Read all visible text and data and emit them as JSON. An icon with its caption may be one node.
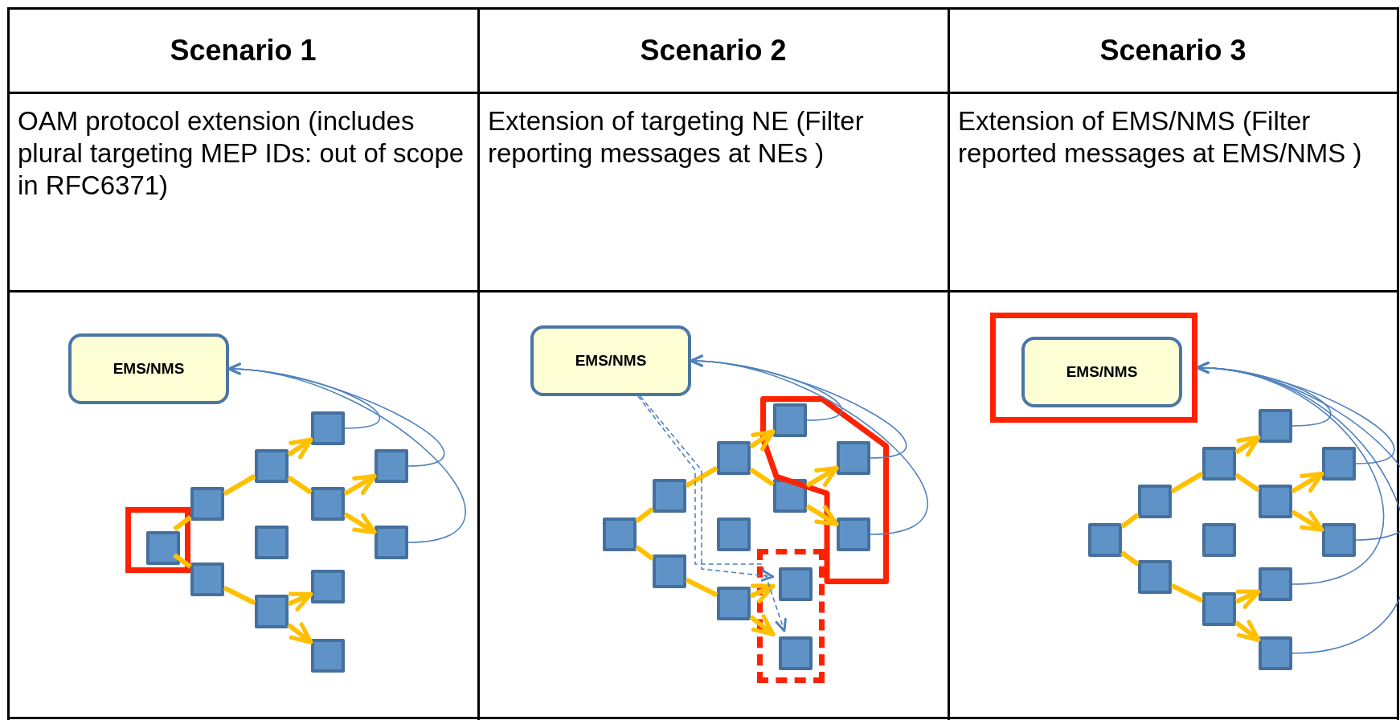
{
  "diagram": {
    "nodes": [
      {
        "text": [
          "EMS/NMS"
        ]
      },
      {
        "text": [],
        "shape": "box"
      },
      {
        "text": [],
        "shape": "square",
        "in": 1
      },
      {
        "text": [],
        "shape": "square"
      },
      {
        "text": [],
        "shape": "square"
      },
      {
        "text": [],
        "shape": "square"
      },
      {
        "text": [],
        "shape": "square"
      },
      {
        "text": [],
        "shape": "square"
      },
      {
        "text": [],
        "shape": "square"
      },
      {
        "text": [],
        "shape": "square"
      },
      {
        "text": [],
        "shape": "square"
      },
      {
        "text": [],
        "shape": "square"
      },
      {
        "text": [],
        "shape": "square"
      },
      {
        "text": [],
        "shape": "square"
      },
      {
        "text": [
          "EMS/NMS"
        ]
      },
      {
        "text": [],
        "shape": "polygon"
      },
      {
        "text": [],
        "shape": "box"
      },
      {
        "text": [],
        "shape": "square"
      },
      {
        "text": [],
        "shape": "square"
      },
      {
        "text": [],
        "shape": "square"
      },
      {
        "text": [],
        "shape": "square"
      },
      {
        "text": [],
        "shape": "square"
      },
      {
        "text": [],
        "shape": "square"
      },
      {
        "text": [],
        "shape": "square",
        "in": 15
      },
      {
        "text": [],
        "shape": "square"
      },
      {
        "text": [],
        "shape": "square",
        "in": 16
      },
      {
        "text": [],
        "shape": "square",
        "in": 16
      },
      {
        "text": [],
        "shape": "square",
        "in": 15
      },
      {
        "text": [],
        "shape": "square",
        "in": 15
      },
      {
        "text": [],
        "shape": "box"
      },
      {
        "text": [
          "EMS/NMS"
        ],
        "in": 29
      },
      {
        "text": [],
        "shape": "square"
      },
      {
        "text": [],
        "shape": "square"
      },
      {
        "text": [],
        "shape": "square"
      },
      {
        "text": [],
        "shape": "square"
      },
      {
        "text": [],
        "shape": "square"
      },
      {
        "text": [],
        "shape": "square"
      },
      {
        "text": [],
        "shape": "square"
      },
      {
        "text": [],
        "shape": "square"
      },
      {
        "text": [],
        "shape": "square"
      },
      {
        "text": [],
        "shape": "square"
      },
      {
        "text": [],
        "shape": "square"
      },
      {
        "text": [],
        "shape": "square"
      }
    ],
    "edges": [
      {
        "from": 2,
        "to": 3,
        "arrow": "none"
      },
      {
        "from": 3,
        "to": 5,
        "arrow": "none"
      },
      {
        "from": 5,
        "to": 8,
        "arrow": "to"
      },
      {
        "from": 5,
        "to": 9,
        "arrow": "none"
      },
      {
        "from": 9,
        "to": 12,
        "arrow": "to"
      },
      {
        "from": 9,
        "to": 13,
        "arrow": "to"
      },
      {
        "from": 2,
        "to": 4,
        "arrow": "none"
      },
      {
        "from": 4,
        "to": 7,
        "arrow": "none"
      },
      {
        "from": 7,
        "to": 10,
        "arrow": "to"
      },
      {
        "from": 7,
        "to": 11,
        "arrow": "to"
      },
      {
        "from": 8,
        "to": 0,
        "arrow": "to",
        "color": "#4f81bd"
      },
      {
        "from": 12,
        "to": 0,
        "arrow": "to",
        "color": "#4f81bd"
      },
      {
        "from": 13,
        "to": 0,
        "arrow": "to",
        "color": "#4f81bd"
      },
      {
        "from": 17,
        "to": 18,
        "arrow": "none"
      },
      {
        "from": 18,
        "to": 20,
        "arrow": "none"
      },
      {
        "from": 20,
        "to": 23,
        "arrow": "to"
      },
      {
        "from": 20,
        "to": 24,
        "arrow": "none"
      },
      {
        "from": 24,
        "to": 27,
        "arrow": "to"
      },
      {
        "from": 24,
        "to": 28,
        "arrow": "to"
      },
      {
        "from": 17,
        "to": 19,
        "arrow": "none"
      },
      {
        "from": 19,
        "to": 22,
        "arrow": "none"
      },
      {
        "from": 22,
        "to": 25,
        "arrow": "to"
      },
      {
        "from": 22,
        "to": 26,
        "arrow": "to"
      },
      {
        "from": 23,
        "to": 14,
        "arrow": "to",
        "color": "#4f81bd"
      },
      {
        "from": 27,
        "to": 14,
        "arrow": "to",
        "color": "#4f81bd"
      },
      {
        "from": 28,
        "to": 14,
        "arrow": "to",
        "color": "#4f81bd"
      },
      {
        "from": 14,
        "to": 25,
        "arrow": "to",
        "style": "dashed",
        "color": "#4f81bd"
      },
      {
        "from": 14,
        "to": 26,
        "arrow": "to",
        "style": "dashed",
        "color": "#4f81bd"
      },
      {
        "from": 31,
        "to": 32,
        "arrow": "none"
      },
      {
        "from": 32,
        "to": 34,
        "arrow": "none"
      },
      {
        "from": 34,
        "to": 37,
        "arrow": "to"
      },
      {
        "from": 34,
        "to": 38,
        "arrow": "none"
      },
      {
        "from": 38,
        "to": 41,
        "arrow": "to"
      },
      {
        "from": 38,
        "to": 42,
        "arrow": "to"
      },
      {
        "from": 31,
        "to": 33,
        "arrow": "none"
      },
      {
        "from": 33,
        "to": 36,
        "arrow": "none"
      },
      {
        "from": 36,
        "to": 39,
        "arrow": "to"
      },
      {
        "from": 36,
        "to": 40,
        "arrow": "to"
      },
      {
        "from": 37,
        "to": 29,
        "arrow": "to",
        "color": "#4f81bd"
      },
      {
        "from": 41,
        "to": 29,
        "arrow": "to",
        "color": "#4f81bd"
      },
      {
        "from": 42,
        "to": 29,
        "arrow": "to",
        "color": "#4f81bd"
      },
      {
        "from": 39,
        "to": 29,
        "arrow": "to",
        "color": "#4f81bd"
      },
      {
        "from": 40,
        "to": 29,
        "arrow": "to",
        "color": "#4f81bd"
      }
    ],
    "labels": [
      "Scenario 1",
      "Scenario 2",
      "Scenario 3",
      "OAM protocol extension (includes plural targeting MEP IDs: out of scope in RFC6371)",
      "Extension of targeting NE (Filter reporting messages at NEs )",
      "Extension of EMS/NMS (Filter reported messages at EMS/NMS )"
    ]
  }
}
